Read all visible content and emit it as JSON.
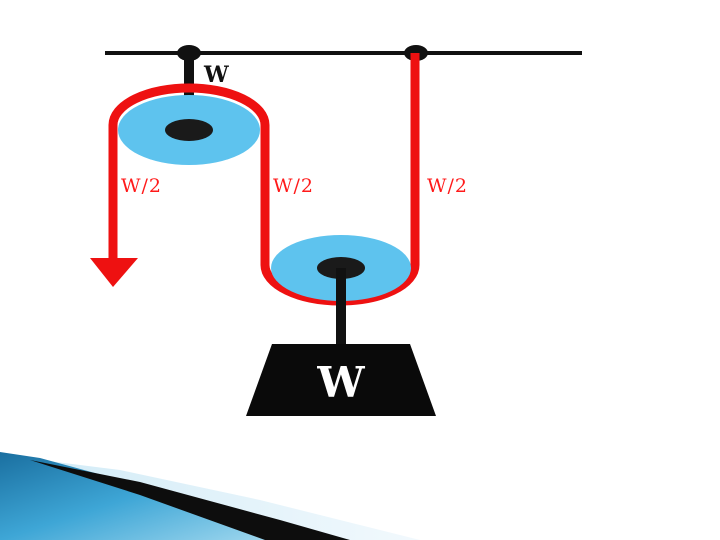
{
  "diagram": {
    "top_label": "W",
    "rope_labels": {
      "left": "W/2",
      "middle": "W/2",
      "right": "W/2"
    },
    "weight_label": "W",
    "colors": {
      "rope": "#ee1111",
      "pulley": "#5ec3ee",
      "ceiling": "#111111",
      "weight": "#0a0a0a"
    }
  }
}
